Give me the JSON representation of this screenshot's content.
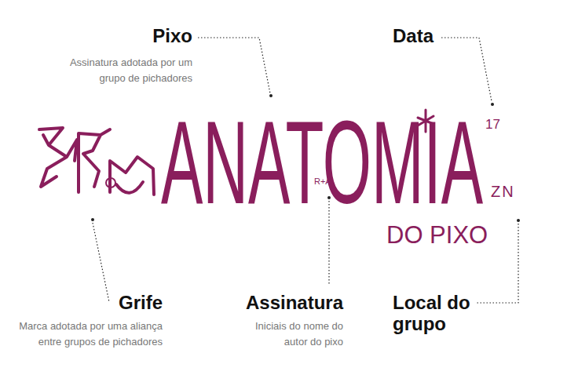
{
  "diagram": {
    "labels": [
      "Pixo",
      "Assinatura adotada por um grupo de pichadores",
      "Data",
      "ANATOMIA",
      "17",
      "R+A",
      "ZN",
      "DO PIXO",
      "Grife",
      "Marca adotada por uma aliança entre grupos de pichadores",
      "Assinatura",
      "Iniciais do nome do autor do pixo",
      "Local do grupo"
    ]
  }
}
